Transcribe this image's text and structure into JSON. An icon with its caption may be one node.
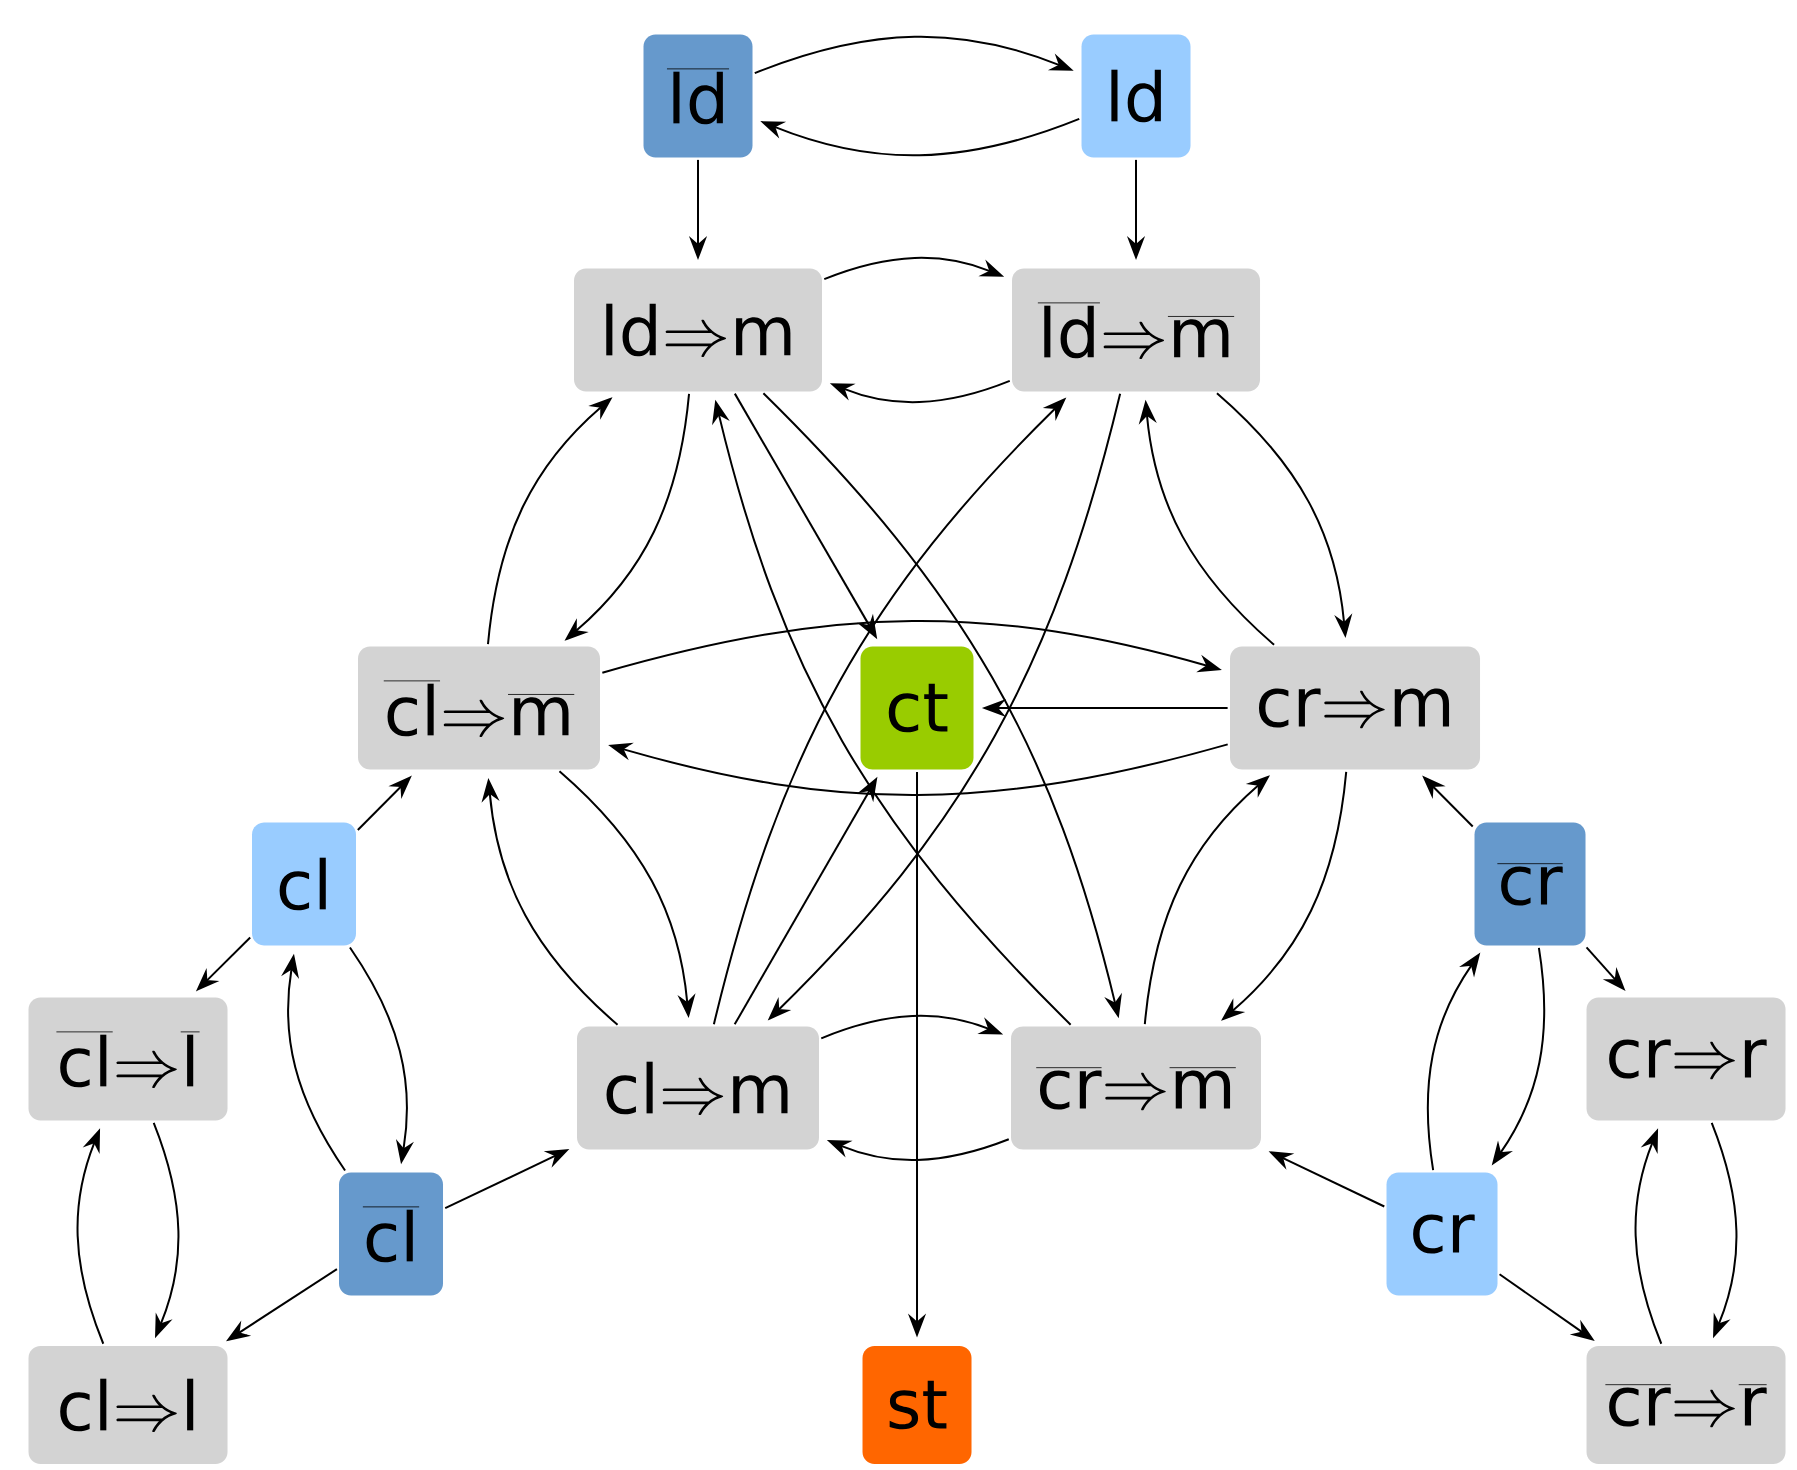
{
  "diagram": {
    "nodes": [
      {
        "text": [
          "\\overline{\\mathsf{ld}}"
        ]
      },
      {
        "text": [
          "\\mathsf{ld}"
        ]
      },
      {
        "text": [
          "\\mathsf{ld}\\Rightarrow\\mathsf{m}"
        ]
      },
      {
        "text": [
          "\\overline{\\mathsf{ld}}\\Rightarrow\\overline{\\mathsf{m}}"
        ]
      },
      {
        "text": [
          "\\overline{\\mathsf{cl}}\\Rightarrow\\overline{\\mathsf{m}}"
        ]
      },
      {
        "text": [
          "\\mathsf{ct}"
        ]
      },
      {
        "text": [
          "\\mathsf{cr}\\Rightarrow\\mathsf{m}"
        ]
      },
      {
        "text": [
          "\\mathsf{cl}"
        ]
      },
      {
        "text": [
          "\\overline{\\mathsf{cr}}"
        ]
      },
      {
        "text": [
          "\\overline{\\mathsf{cl}}\\Rightarrow\\overline{\\mathsf{l}}"
        ]
      },
      {
        "text": [
          "\\mathsf{cl}\\Rightarrow\\mathsf{m}"
        ]
      },
      {
        "text": [
          "\\overline{\\mathsf{cr}}\\Rightarrow\\overline{\\mathsf{m}}"
        ]
      },
      {
        "text": [
          "\\mathsf{cr}\\Rightarrow\\mathsf{r}"
        ]
      },
      {
        "text": [
          "\\overline{\\mathsf{cl}}"
        ]
      },
      {
        "text": [
          "\\mathsf{cr}"
        ]
      },
      {
        "text": [
          "\\mathsf{cl}\\Rightarrow\\mathsf{l}"
        ]
      },
      {
        "text": [
          "\\mathsf{st}"
        ]
      },
      {
        "text": [
          "\\overline{\\mathsf{cr}}\\Rightarrow\\overline{\\mathsf{r}}"
        ]
      }
    ],
    "edges": [
      {
        "from": 0,
        "to": 1,
        "arrow": "to"
      },
      {
        "from": 1,
        "to": 0,
        "arrow": "to"
      },
      {
        "from": 0,
        "to": 2,
        "arrow": "to"
      },
      {
        "from": 1,
        "to": 3,
        "arrow": "to"
      },
      {
        "from": 2,
        "to": 3,
        "arrow": "to"
      },
      {
        "from": 3,
        "to": 2,
        "arrow": "to"
      },
      {
        "from": 2,
        "to": 4,
        "arrow": "to"
      },
      {
        "from": 4,
        "to": 2,
        "arrow": "to"
      },
      {
        "from": 2,
        "to": 5,
        "arrow": "to"
      },
      {
        "from": 2,
        "to": 11,
        "arrow": "to"
      },
      {
        "from": 11,
        "to": 2,
        "arrow": "to"
      },
      {
        "from": 3,
        "to": 6,
        "arrow": "to"
      },
      {
        "from": 6,
        "to": 3,
        "arrow": "to"
      },
      {
        "from": 3,
        "to": 10,
        "arrow": "to"
      },
      {
        "from": 10,
        "to": 3,
        "arrow": "to"
      },
      {
        "from": 10,
        "to": 5,
        "arrow": "to"
      },
      {
        "from": 4,
        "to": 6,
        "arrow": "to"
      },
      {
        "from": 6,
        "to": 4,
        "arrow": "to"
      },
      {
        "from": 6,
        "to": 5,
        "arrow": "to"
      },
      {
        "from": 5,
        "to": 16,
        "arrow": "to"
      },
      {
        "from": 4,
        "to": 10,
        "arrow": "to"
      },
      {
        "from": 10,
        "to": 4,
        "arrow": "to"
      },
      {
        "from": 6,
        "to": 11,
        "arrow": "to"
      },
      {
        "from": 11,
        "to": 6,
        "arrow": "to"
      },
      {
        "from": 10,
        "to": 11,
        "arrow": "to"
      },
      {
        "from": 11,
        "to": 10,
        "arrow": "to"
      },
      {
        "from": 7,
        "to": 4,
        "arrow": "to"
      },
      {
        "from": 7,
        "to": 9,
        "arrow": "to"
      },
      {
        "from": 7,
        "to": 13,
        "arrow": "to"
      },
      {
        "from": 13,
        "to": 7,
        "arrow": "to"
      },
      {
        "from": 13,
        "to": 10,
        "arrow": "to"
      },
      {
        "from": 13,
        "to": 15,
        "arrow": "to"
      },
      {
        "from": 9,
        "to": 15,
        "arrow": "to"
      },
      {
        "from": 15,
        "to": 9,
        "arrow": "to"
      },
      {
        "from": 8,
        "to": 6,
        "arrow": "to"
      },
      {
        "from": 8,
        "to": 12,
        "arrow": "to"
      },
      {
        "from": 8,
        "to": 14,
        "arrow": "to"
      },
      {
        "from": 14,
        "to": 8,
        "arrow": "to"
      },
      {
        "from": 14,
        "to": 11,
        "arrow": "to"
      },
      {
        "from": 14,
        "to": 17,
        "arrow": "to"
      },
      {
        "from": 12,
        "to": 17,
        "arrow": "to"
      },
      {
        "from": 17,
        "to": 12,
        "arrow": "to"
      }
    ]
  }
}
